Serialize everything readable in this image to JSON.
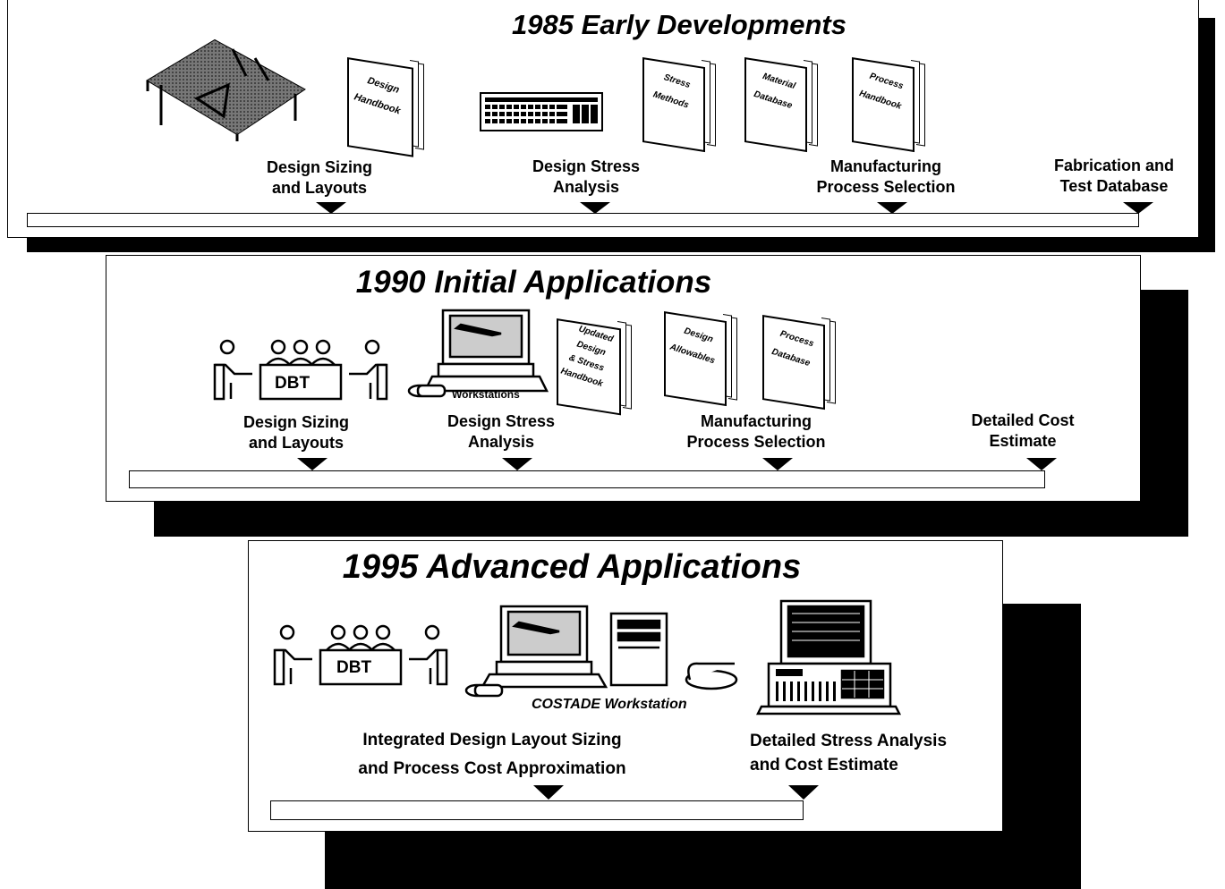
{
  "panels": [
    {
      "title": "1985 Early Developments",
      "books": [
        {
          "lines": [
            "Design",
            "Handbook"
          ]
        },
        {
          "lines": [
            "Stress",
            "Methods"
          ]
        },
        {
          "lines": [
            "Material",
            "Database"
          ]
        },
        {
          "lines": [
            "Process",
            "Handbook"
          ]
        }
      ],
      "milestones": [
        {
          "lines": [
            "Design Sizing",
            "and Layouts"
          ]
        },
        {
          "lines": [
            "Design Stress",
            "Analysis"
          ]
        },
        {
          "lines": [
            "Manufacturing",
            "Process Selection"
          ]
        },
        {
          "lines": [
            "Fabrication and",
            "Test Database"
          ]
        }
      ]
    },
    {
      "title": "1990 Initial Applications",
      "dbt_label": "DBT",
      "workstation_label": "Workstations",
      "books": [
        {
          "lines": [
            "Updated",
            "Design",
            "& Stress",
            "Handbook"
          ]
        },
        {
          "lines": [
            "Design",
            "Allowables"
          ]
        },
        {
          "lines": [
            "Process",
            "Database"
          ]
        }
      ],
      "milestones": [
        {
          "lines": [
            "Design Sizing",
            "and Layouts"
          ]
        },
        {
          "lines": [
            "Design Stress",
            "Analysis"
          ]
        },
        {
          "lines": [
            "Manufacturing",
            "Process Selection"
          ]
        },
        {
          "lines": [
            "Detailed Cost",
            "Estimate"
          ]
        }
      ]
    },
    {
      "title": "1995 Advanced Applications",
      "dbt_label": "DBT",
      "workstation_label": "COSTADE Workstation",
      "milestones": [
        {
          "lines": [
            "Integrated Design Layout Sizing",
            "and Process Cost Approximation"
          ]
        },
        {
          "lines": [
            "Detailed Stress Analysis",
            "and Cost Estimate"
          ]
        }
      ]
    }
  ]
}
